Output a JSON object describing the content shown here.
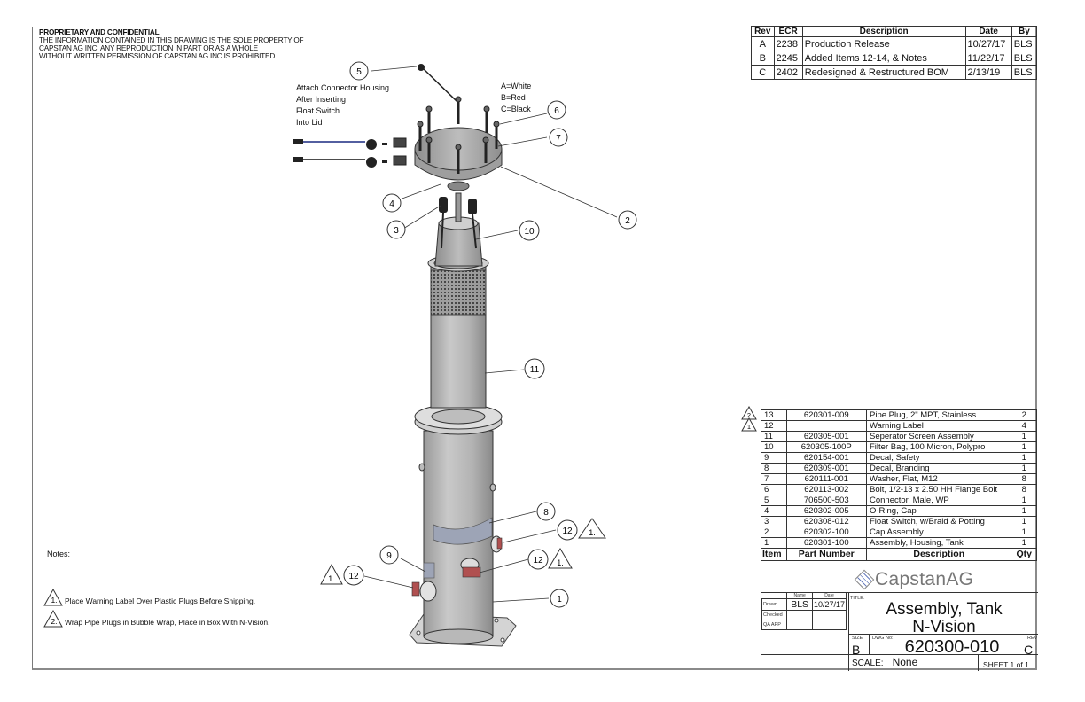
{
  "proprietary": {
    "heading": "PROPRIETARY AND CONFIDENTIAL",
    "lines": [
      "THE INFORMATION CONTAINED IN THIS DRAWING IS THE SOLE PROPERTY OF",
      "CAPSTAN AG INC. ANY REPRODUCTION IN PART OR AS A WHOLE",
      "WITHOUT WRITTEN PERMISSION OF CAPSTAN AG INC IS PROHIBITED"
    ]
  },
  "revisions": {
    "headers": [
      "Rev",
      "ECR",
      "Description",
      "Date",
      "By"
    ],
    "rows": [
      {
        "rev": "A",
        "ecr": "2238",
        "description": "Production Release",
        "date": "10/27/17",
        "by": "BLS"
      },
      {
        "rev": "B",
        "ecr": "2245",
        "description": "Added Items 12-14, & Notes",
        "date": "11/22/17",
        "by": "BLS"
      },
      {
        "rev": "C",
        "ecr": "2402",
        "description": "Redesigned & Restructured BOM",
        "date": "2/13/19",
        "by": "BLS"
      }
    ]
  },
  "annotations": {
    "attach": [
      "Attach Connector Housing",
      "After Inserting",
      "Float Switch",
      "Into Lid"
    ],
    "colors": [
      "A=White",
      "B=Red",
      "C=Black"
    ]
  },
  "balloons": {
    "b1": "1",
    "b2": "2",
    "b3": "3",
    "b4": "4",
    "b5": "5",
    "b6": "6",
    "b7": "7",
    "b8": "8",
    "b9": "9",
    "b10": "10",
    "b11": "11",
    "b12a": "12",
    "b12b": "12",
    "b12c": "12"
  },
  "flags": {
    "one": "1.",
    "two": "2."
  },
  "bom": {
    "headers": {
      "item": "Item",
      "part": "Part Number",
      "description": "Description",
      "qty": "Qty"
    },
    "rows": [
      {
        "item": "13",
        "part": "620301-009",
        "description": "Pipe Plug, 2\" MPT, Stainless",
        "qty": "2",
        "flag": "2"
      },
      {
        "item": "12",
        "part": "",
        "description": "Warning Label",
        "qty": "4",
        "flag": "1"
      },
      {
        "item": "11",
        "part": "620305-001",
        "description": "Seperator Screen Assembly",
        "qty": "1"
      },
      {
        "item": "10",
        "part": "620305-100P",
        "description": "Filter Bag, 100 Micron, Polypro",
        "qty": "1"
      },
      {
        "item": "9",
        "part": "620154-001",
        "description": "Decal, Safety",
        "qty": "1"
      },
      {
        "item": "8",
        "part": "620309-001",
        "description": "Decal, Branding",
        "qty": "1"
      },
      {
        "item": "7",
        "part": "620111-001",
        "description": "Washer, Flat, M12",
        "qty": "8"
      },
      {
        "item": "6",
        "part": "620113-002",
        "description": "Bolt, 1/2-13 x 2.50 HH Flange Bolt",
        "qty": "8"
      },
      {
        "item": "5",
        "part": "706500-503",
        "description": "Connector, Male, WP",
        "qty": "1"
      },
      {
        "item": "4",
        "part": "620302-005",
        "description": "O-Ring, Cap",
        "qty": "1"
      },
      {
        "item": "3",
        "part": "620308-012",
        "description": "Float Switch, w/Braid & Potting",
        "qty": "1"
      },
      {
        "item": "2",
        "part": "620302-100",
        "description": "Cap Assembly",
        "qty": "1"
      },
      {
        "item": "1",
        "part": "620301-100",
        "description": "Assembly, Housing, Tank",
        "qty": "1"
      }
    ]
  },
  "notes": {
    "heading": "Notes:",
    "items": [
      {
        "num": "1.",
        "text": "Place Warning Label Over Plastic Plugs Before Shipping."
      },
      {
        "num": "2.",
        "text": "Wrap Pipe Plugs in Bubble Wrap, Place in Box With N-Vision."
      }
    ]
  },
  "title_block": {
    "company": "CapstanAG",
    "name_label": "Name",
    "date_label": "Date",
    "drawn_label": "Drawn",
    "checked_label": "Checked",
    "qa_label": "QA APP",
    "drawn_name": "BLS",
    "drawn_date": "10/27/17",
    "title_label": "TITLE:",
    "title_line1": "Assembly, Tank",
    "title_line2": "N-Vision",
    "size_label": "SIZE",
    "size": "B",
    "dwg_label": "DWG No:",
    "dwg_no": "620300-010",
    "rev_label": "REV",
    "rev": "C",
    "scale_label": "SCALE:",
    "scale": "None",
    "sheet": "SHEET 1 of 1"
  }
}
